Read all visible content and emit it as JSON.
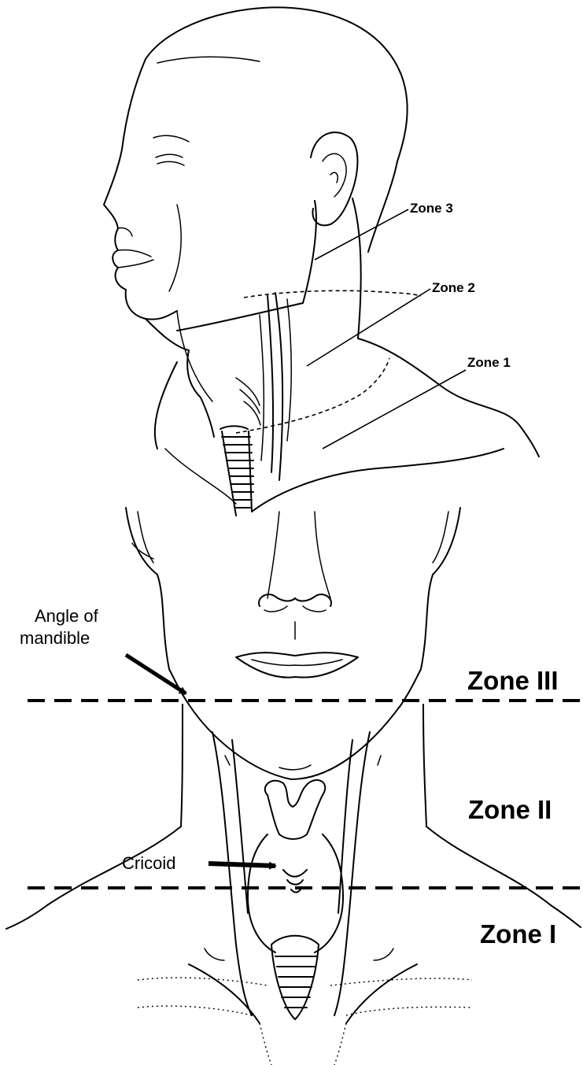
{
  "top_figure": {
    "labels": {
      "zone3": "Zone 3",
      "zone2": "Zone 2",
      "zone1": "Zone 1"
    }
  },
  "bottom_figure": {
    "labels": {
      "angle_line1": "Angle of",
      "angle_line2": "mandible",
      "zone_iii": "Zone III",
      "zone_ii": "Zone II",
      "zone_i": "Zone I",
      "cricoid": "Cricoid"
    }
  },
  "colors": {
    "ink": "#000000",
    "background": "#ffffff"
  }
}
